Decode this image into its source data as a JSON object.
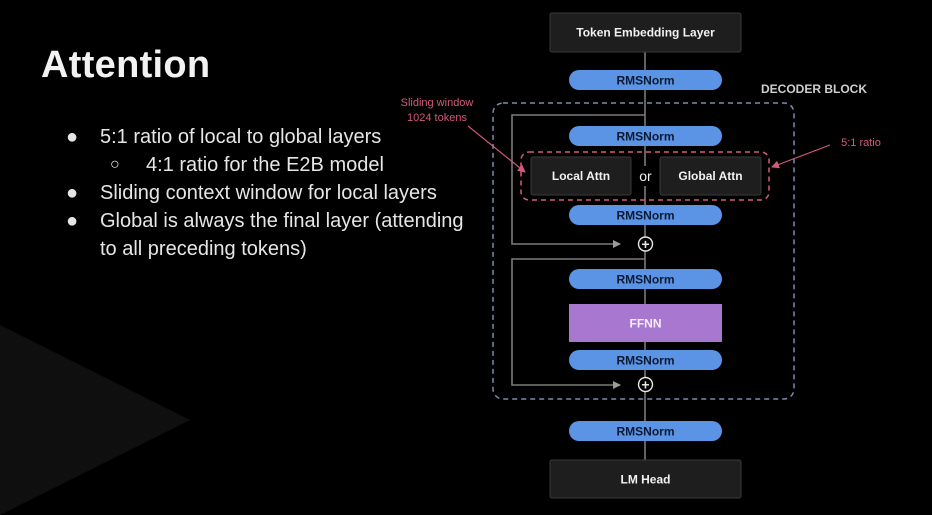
{
  "slide": {
    "title": "Attention",
    "bullets": [
      "5:1 ratio of local to global layers",
      "4:1 ratio for the E2B model",
      "Sliding context window for local layers",
      "Global is always the final layer (attending to all preceding tokens)"
    ],
    "bullet_glyph": "●",
    "sub_bullet_glyph": "○"
  },
  "diagram": {
    "token_embedding": "Token Embedding Layer",
    "rmsnorm": "RMSNorm",
    "decoder_block_label": "DECODER BLOCK",
    "local_attn": "Local Attn",
    "or": "or",
    "global_attn": "Global Attn",
    "ffnn": "FFNN",
    "lm_head": "LM Head",
    "sliding_window_line1": "Sliding window",
    "sliding_window_line2": "1024 tokens",
    "ratio_label": "5:1 ratio",
    "plus": "+"
  },
  "colors": {
    "background": "#000000",
    "rmsnorm_pill": "#5b93e5",
    "ffnn": "#a878d0",
    "annotation_pink": "#d25a7a",
    "decoder_border": "#7c8cb0"
  }
}
